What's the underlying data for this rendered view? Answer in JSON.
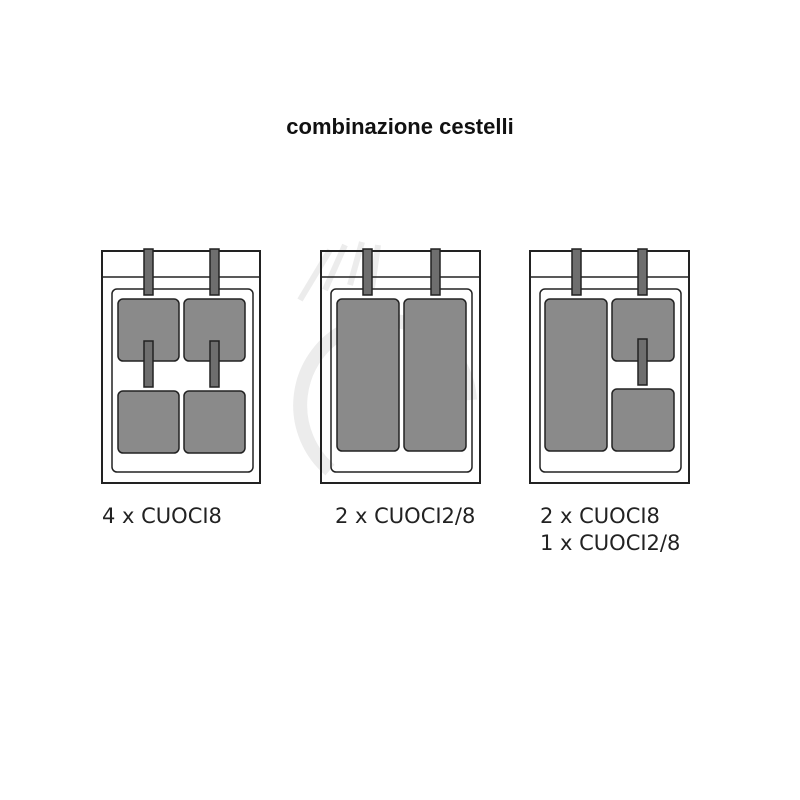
{
  "title": "combinazione cestelli",
  "colors": {
    "basket_fill": "#8a8a8a",
    "outline": "#222222",
    "watermark": "#e8e8e8"
  },
  "configurations": [
    {
      "caption_lines": [
        "4 x CUOCI8"
      ],
      "baskets": [
        "CUOCI8",
        "CUOCI8",
        "CUOCI8",
        "CUOCI8"
      ]
    },
    {
      "caption_lines": [
        "2 x CUOCI2/8"
      ],
      "baskets": [
        "CUOCI2/8",
        "CUOCI2/8"
      ]
    },
    {
      "caption_lines": [
        "2 x CUOCI8",
        "1 x CUOCI2/8"
      ],
      "baskets": [
        "CUOCI2/8",
        "CUOCI8",
        "CUOCI8"
      ]
    }
  ]
}
